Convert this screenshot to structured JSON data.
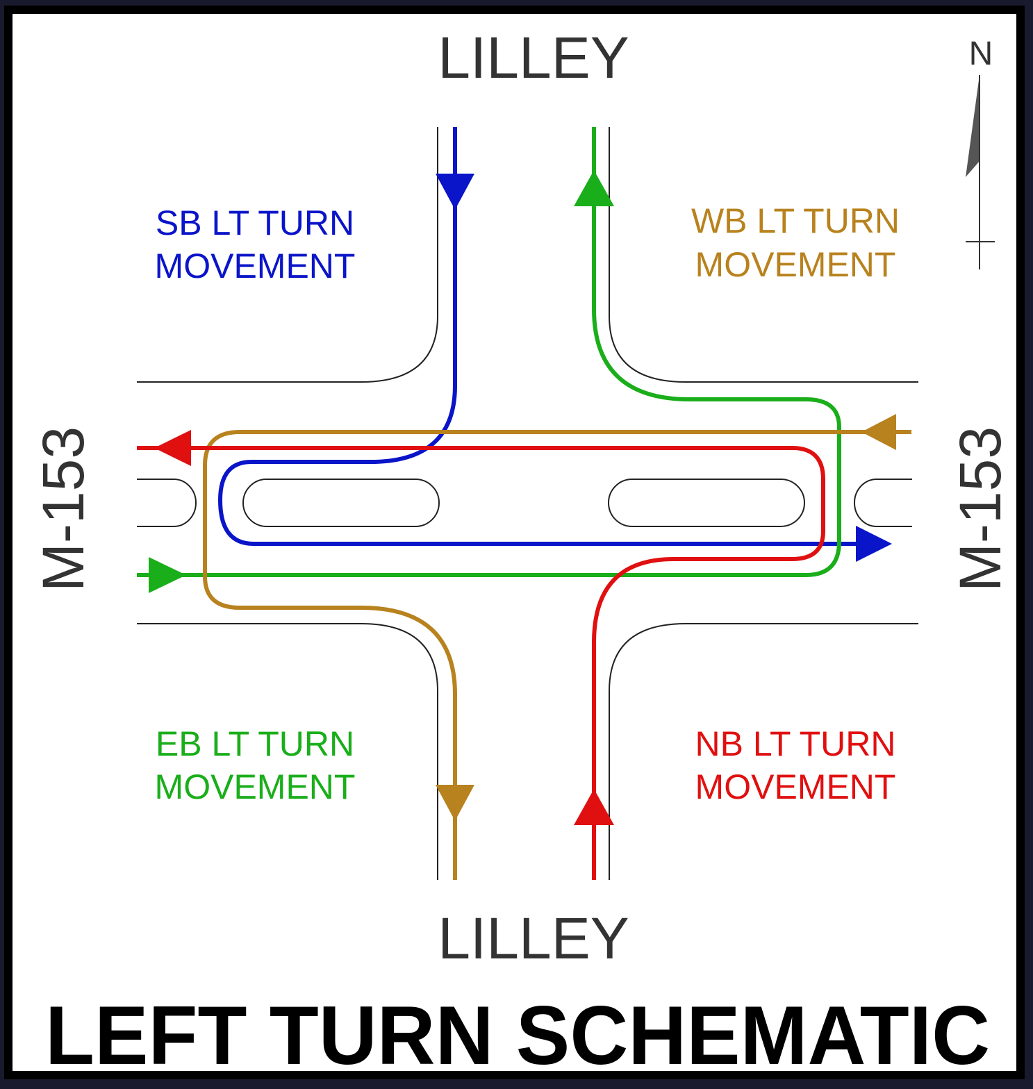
{
  "title": "LEFT TURN SCHEMATIC",
  "streets": {
    "north": "LILLEY",
    "south": "LILLEY",
    "west": "M-153",
    "east": "M-153"
  },
  "north_arrow": {
    "label": "N"
  },
  "movements": [
    {
      "id": "sb",
      "line1": "SB LT TURN",
      "line2": "MOVEMENT",
      "color": "#0a14c8"
    },
    {
      "id": "wb",
      "line1": "WB LT TURN",
      "line2": "MOVEMENT",
      "color": "#b8821e"
    },
    {
      "id": "eb",
      "line1": "EB LT TURN",
      "line2": "MOVEMENT",
      "color": "#1aae1a"
    },
    {
      "id": "nb",
      "line1": "NB LT TURN",
      "line2": "MOVEMENT",
      "color": "#e01010"
    }
  ]
}
